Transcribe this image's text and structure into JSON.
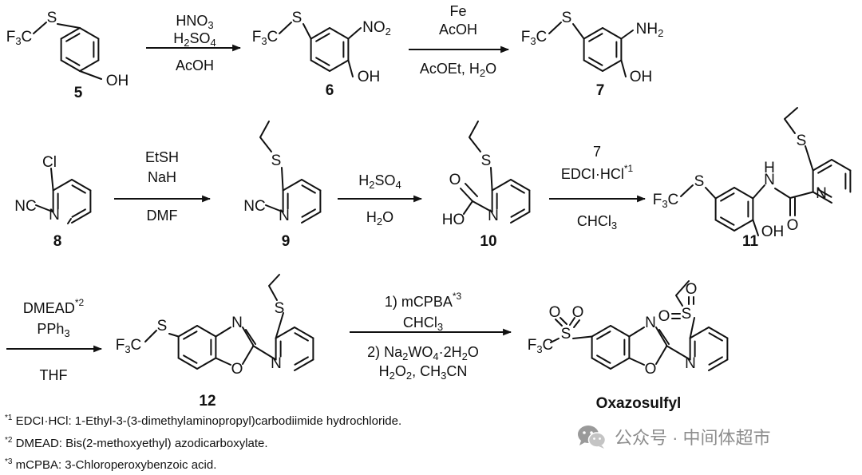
{
  "compounds": {
    "c5": {
      "number": "5",
      "labels": {
        "cf3": "F3C",
        "s": "S",
        "oh": "OH"
      }
    },
    "c6": {
      "number": "6",
      "labels": {
        "cf3": "F3C",
        "s": "S",
        "oh": "OH",
        "no2": "NO2"
      }
    },
    "c7": {
      "number": "7",
      "labels": {
        "cf3": "F3C",
        "s": "S",
        "oh": "OH",
        "nh2": "NH2"
      }
    },
    "c8": {
      "number": "8",
      "labels": {
        "cl": "Cl",
        "nc": "NC",
        "n": "N"
      }
    },
    "c9": {
      "number": "9",
      "labels": {
        "s": "S",
        "nc": "NC",
        "n": "N"
      }
    },
    "c10": {
      "number": "10",
      "labels": {
        "s": "S",
        "o": "O",
        "ho": "HO",
        "n": "N"
      }
    },
    "c11": {
      "number": "11",
      "labels": {
        "cf3": "F3C",
        "s": "S",
        "s2": "S",
        "oh": "OH",
        "h": "H",
        "n_amide": "N",
        "o": "O",
        "n": "N"
      }
    },
    "c12": {
      "number": "12",
      "labels": {
        "cf3": "F3C",
        "s": "S",
        "s2": "S",
        "n": "N",
        "o": "O",
        "npy": "N"
      }
    },
    "oxazosulfyl": {
      "name": "Oxazosulfyl",
      "labels": {
        "cf3": "F3C",
        "s": "S",
        "s2": "S",
        "o1": "O",
        "o2": "O",
        "o3": "O",
        "o4": "O",
        "n": "N",
        "o": "O",
        "npy": "N"
      }
    }
  },
  "steps": {
    "s1": {
      "above": [
        "HNO3",
        "H2SO4"
      ],
      "below": [
        "AcOH"
      ]
    },
    "s2": {
      "above": [
        "Fe",
        "AcOH"
      ],
      "below": [
        "AcOEt, H2O"
      ]
    },
    "s3": {
      "above": [
        "EtSH",
        "NaH"
      ],
      "below": [
        "DMF"
      ]
    },
    "s4": {
      "above": [
        "H2SO4"
      ],
      "below": [
        "H2O"
      ]
    },
    "s5": {
      "above": [
        "7",
        "EDCI·HCl*1"
      ],
      "below": [
        "CHCl3"
      ]
    },
    "s6": {
      "above": [
        "DMEAD*2",
        "PPh3"
      ],
      "below": [
        "THF"
      ]
    },
    "s7": {
      "above": [
        "1) mCPBA*3",
        "CHCl3"
      ],
      "below": [
        "2) Na2WO4·2H2O",
        "H2O2, CH3CN"
      ]
    }
  },
  "footnotes": [
    {
      "mark": "*1",
      "text": "EDCI·HCl: 1-Ethyl-3-(3-dimethylaminopropyl)carbodiimide hydrochloride."
    },
    {
      "mark": "*2",
      "text": "DMEAD: Bis(2-methoxyethyl) azodicarboxylate."
    },
    {
      "mark": "*3",
      "text": "mCPBA: 3-Chloroperoxybenzoic acid."
    }
  ],
  "watermark": {
    "text": "公众号 · 中间体超市",
    "icon": "wechat-icon"
  }
}
